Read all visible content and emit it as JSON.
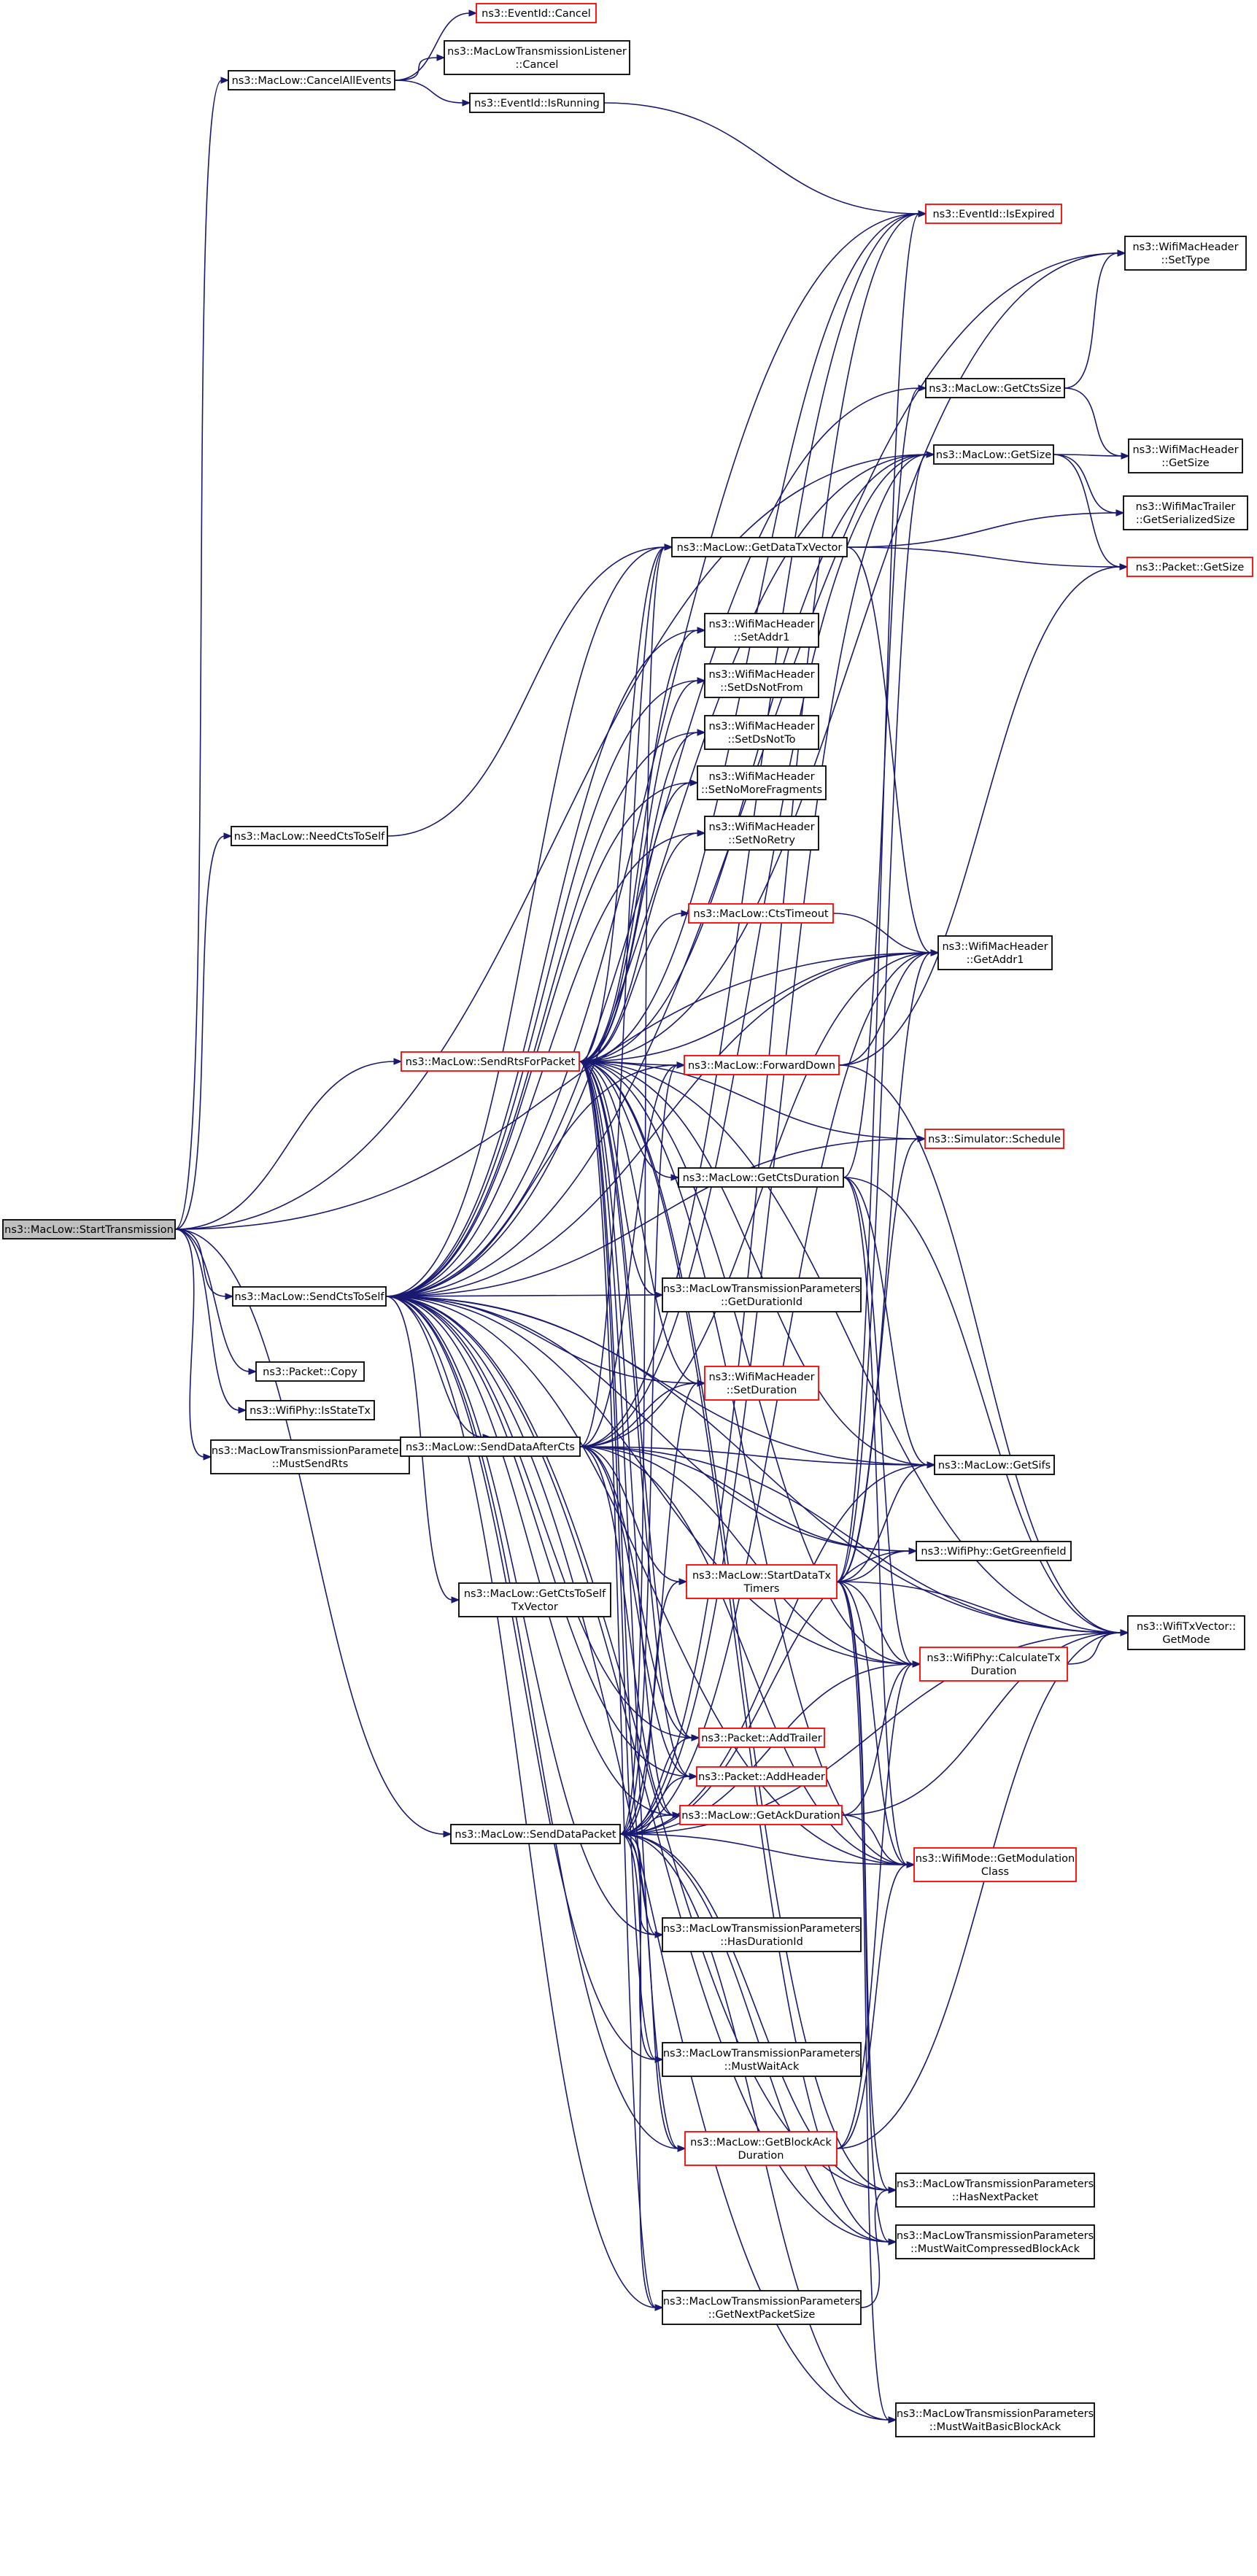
{
  "graph": {
    "edge_color": "#191970",
    "node_border_colors": {
      "documented": "#000000",
      "more_callees": "#ff0000",
      "root_fill": "#bfbfbf"
    },
    "nodes": [
      {
        "id": "StartTransmission",
        "lines": [
          "ns3::MacLow::StartTransmission"
        ],
        "style": "root"
      },
      {
        "id": "CancelAllEvents",
        "lines": [
          "ns3::MacLow::CancelAllEvents"
        ],
        "style": "black"
      },
      {
        "id": "NeedCtsToSelf",
        "lines": [
          "ns3::MacLow::NeedCtsToSelf"
        ],
        "style": "black"
      },
      {
        "id": "SendCtsToSelf",
        "lines": [
          "ns3::MacLow::SendCtsToSelf"
        ],
        "style": "black"
      },
      {
        "id": "PacketCopy",
        "lines": [
          "ns3::Packet::Copy"
        ],
        "style": "black"
      },
      {
        "id": "IsStateTx",
        "lines": [
          "ns3::WifiPhy::IsStateTx"
        ],
        "style": "black"
      },
      {
        "id": "MustSendRts",
        "lines": [
          "ns3::MacLowTransmissionParameters",
          "::MustSendRts"
        ],
        "style": "black"
      },
      {
        "id": "SendRtsForPacket",
        "lines": [
          "ns3::MacLow::SendRtsForPacket"
        ],
        "style": "red"
      },
      {
        "id": "SendDataAfterCts",
        "lines": [
          "ns3::MacLow::SendDataAfterCts"
        ],
        "style": "black"
      },
      {
        "id": "GetCtsToSelfTxVector",
        "lines": [
          "ns3::MacLow::GetCtsToSelf",
          "TxVector"
        ],
        "style": "black"
      },
      {
        "id": "SendDataPacket",
        "lines": [
          "ns3::MacLow::SendDataPacket"
        ],
        "style": "black"
      },
      {
        "id": "EventCancel",
        "lines": [
          "ns3::EventId::Cancel"
        ],
        "style": "red"
      },
      {
        "id": "ListenerCancel",
        "lines": [
          "ns3::MacLowTransmissionListener",
          "::Cancel"
        ],
        "style": "black"
      },
      {
        "id": "IsRunning",
        "lines": [
          "ns3::EventId::IsRunning"
        ],
        "style": "black"
      },
      {
        "id": "IsExpired",
        "lines": [
          "ns3::EventId::IsExpired"
        ],
        "style": "red"
      },
      {
        "id": "GetCtsSize",
        "lines": [
          "ns3::MacLow::GetCtsSize"
        ],
        "style": "black"
      },
      {
        "id": "GetSize",
        "lines": [
          "ns3::MacLow::GetSize"
        ],
        "style": "black"
      },
      {
        "id": "GetDataTxVector",
        "lines": [
          "ns3::MacLow::GetDataTxVector"
        ],
        "style": "black"
      },
      {
        "id": "SetAddr1",
        "lines": [
          "ns3::WifiMacHeader",
          "::SetAddr1"
        ],
        "style": "black"
      },
      {
        "id": "SetDsNotFrom",
        "lines": [
          "ns3::WifiMacHeader",
          "::SetDsNotFrom"
        ],
        "style": "black"
      },
      {
        "id": "SetDsNotTo",
        "lines": [
          "ns3::WifiMacHeader",
          "::SetDsNotTo"
        ],
        "style": "black"
      },
      {
        "id": "SetNoMoreFragments",
        "lines": [
          "ns3::WifiMacHeader",
          "::SetNoMoreFragments"
        ],
        "style": "black"
      },
      {
        "id": "SetNoRetry",
        "lines": [
          "ns3::WifiMacHeader",
          "::SetNoRetry"
        ],
        "style": "black"
      },
      {
        "id": "CtsTimeout",
        "lines": [
          "ns3::MacLow::CtsTimeout"
        ],
        "style": "red"
      },
      {
        "id": "GetAddr1",
        "lines": [
          "ns3::WifiMacHeader",
          "::GetAddr1"
        ],
        "style": "black"
      },
      {
        "id": "ForwardDown",
        "lines": [
          "ns3::MacLow::ForwardDown"
        ],
        "style": "red"
      },
      {
        "id": "Schedule",
        "lines": [
          "ns3::Simulator::Schedule"
        ],
        "style": "red"
      },
      {
        "id": "GetCtsDuration",
        "lines": [
          "ns3::MacLow::GetCtsDuration"
        ],
        "style": "black"
      },
      {
        "id": "GetDurationId",
        "lines": [
          "ns3::MacLowTransmissionParameters",
          "::GetDurationId"
        ],
        "style": "black"
      },
      {
        "id": "SetDuration",
        "lines": [
          "ns3::WifiMacHeader",
          "::SetDuration"
        ],
        "style": "red"
      },
      {
        "id": "GetSifs",
        "lines": [
          "ns3::MacLow::GetSifs"
        ],
        "style": "black"
      },
      {
        "id": "StartDataTxTimers",
        "lines": [
          "ns3::MacLow::StartDataTx",
          "Timers"
        ],
        "style": "red"
      },
      {
        "id": "GetGreenfield",
        "lines": [
          "ns3::WifiPhy::GetGreenfield"
        ],
        "style": "black"
      },
      {
        "id": "CalculateTxDuration",
        "lines": [
          "ns3::WifiPhy::CalculateTx",
          "Duration"
        ],
        "style": "red"
      },
      {
        "id": "AddTrailer",
        "lines": [
          "ns3::Packet::AddTrailer"
        ],
        "style": "red"
      },
      {
        "id": "AddHeader",
        "lines": [
          "ns3::Packet::AddHeader"
        ],
        "style": "red"
      },
      {
        "id": "GetAckDuration",
        "lines": [
          "ns3::MacLow::GetAckDuration"
        ],
        "style": "red"
      },
      {
        "id": "HasDurationId",
        "lines": [
          "ns3::MacLowTransmissionParameters",
          "::HasDurationId"
        ],
        "style": "black"
      },
      {
        "id": "MustWaitAck",
        "lines": [
          "ns3::MacLowTransmissionParameters",
          "::MustWaitAck"
        ],
        "style": "black"
      },
      {
        "id": "GetBlockAckDuration",
        "lines": [
          "ns3::MacLow::GetBlockAck",
          "Duration"
        ],
        "style": "red"
      },
      {
        "id": "GetNextPacketSize",
        "lines": [
          "ns3::MacLowTransmissionParameters",
          "::GetNextPacketSize"
        ],
        "style": "black"
      },
      {
        "id": "SetType",
        "lines": [
          "ns3::WifiMacHeader",
          "::SetType"
        ],
        "style": "black"
      },
      {
        "id": "HeaderGetSize",
        "lines": [
          "ns3::WifiMacHeader",
          "::GetSize"
        ],
        "style": "black"
      },
      {
        "id": "TrailerGetSerializedSize",
        "lines": [
          "ns3::WifiMacTrailer",
          "::GetSerializedSize"
        ],
        "style": "black"
      },
      {
        "id": "PacketGetSize",
        "lines": [
          "ns3::Packet::GetSize"
        ],
        "style": "red"
      },
      {
        "id": "GetModulationClass",
        "lines": [
          "ns3::WifiMode::GetModulation",
          "Class"
        ],
        "style": "red"
      },
      {
        "id": "HasNextPacket",
        "lines": [
          "ns3::MacLowTransmissionParameters",
          "::HasNextPacket"
        ],
        "style": "black"
      },
      {
        "id": "MustWaitCompressedBlockAck",
        "lines": [
          "ns3::MacLowTransmissionParameters",
          "::MustWaitCompressedBlockAck"
        ],
        "style": "black"
      },
      {
        "id": "MustWaitBasicBlockAck",
        "lines": [
          "ns3::MacLowTransmissionParameters",
          "::MustWaitBasicBlockAck"
        ],
        "style": "black"
      },
      {
        "id": "WifiTxVectorGetMode",
        "lines": [
          "ns3::WifiTxVector::",
          "GetMode"
        ],
        "style": "black"
      }
    ],
    "edges": [
      [
        "StartTransmission",
        "CancelAllEvents"
      ],
      [
        "StartTransmission",
        "NeedCtsToSelf"
      ],
      [
        "StartTransmission",
        "SendCtsToSelf"
      ],
      [
        "StartTransmission",
        "PacketCopy"
      ],
      [
        "StartTransmission",
        "IsStateTx"
      ],
      [
        "StartTransmission",
        "MustSendRts"
      ],
      [
        "StartTransmission",
        "SendRtsForPacket"
      ],
      [
        "StartTransmission",
        "SendDataPacket"
      ],
      [
        "StartTransmission",
        "GetSize"
      ],
      [
        "StartTransmission",
        "GetAddr1"
      ],
      [
        "CancelAllEvents",
        "EventCancel"
      ],
      [
        "CancelAllEvents",
        "ListenerCancel"
      ],
      [
        "CancelAllEvents",
        "IsRunning"
      ],
      [
        "IsRunning",
        "IsExpired"
      ],
      [
        "NeedCtsToSelf",
        "GetDataTxVector"
      ],
      [
        "SendCtsToSelf",
        "IsExpired"
      ],
      [
        "SendCtsToSelf",
        "SetType"
      ],
      [
        "SendCtsToSelf",
        "GetCtsSize"
      ],
      [
        "SendCtsToSelf",
        "GetSize"
      ],
      [
        "SendCtsToSelf",
        "GetDataTxVector"
      ],
      [
        "SendCtsToSelf",
        "SetAddr1"
      ],
      [
        "SendCtsToSelf",
        "SetDsNotFrom"
      ],
      [
        "SendCtsToSelf",
        "SetDsNotTo"
      ],
      [
        "SendCtsToSelf",
        "SetNoMoreFragments"
      ],
      [
        "SendCtsToSelf",
        "SetNoRetry"
      ],
      [
        "SendCtsToSelf",
        "GetAddr1"
      ],
      [
        "SendCtsToSelf",
        "ForwardDown"
      ],
      [
        "SendCtsToSelf",
        "Schedule"
      ],
      [
        "SendCtsToSelf",
        "GetDurationId"
      ],
      [
        "SendCtsToSelf",
        "SetDuration"
      ],
      [
        "SendCtsToSelf",
        "GetSifs"
      ],
      [
        "SendCtsToSelf",
        "SendDataAfterCts"
      ],
      [
        "SendCtsToSelf",
        "GetCtsToSelfTxVector"
      ],
      [
        "SendCtsToSelf",
        "CalculateTxDuration"
      ],
      [
        "SendCtsToSelf",
        "AddTrailer"
      ],
      [
        "SendCtsToSelf",
        "AddHeader"
      ],
      [
        "SendCtsToSelf",
        "GetAckDuration"
      ],
      [
        "SendCtsToSelf",
        "HasDurationId"
      ],
      [
        "SendCtsToSelf",
        "MustWaitAck"
      ],
      [
        "SendCtsToSelf",
        "GetBlockAckDuration"
      ],
      [
        "SendCtsToSelf",
        "HasNextPacket"
      ],
      [
        "SendCtsToSelf",
        "MustWaitCompressedBlockAck"
      ],
      [
        "SendCtsToSelf",
        "GetNextPacketSize"
      ],
      [
        "SendCtsToSelf",
        "MustWaitBasicBlockAck"
      ],
      [
        "SendCtsToSelf",
        "WifiTxVectorGetMode"
      ],
      [
        "SendCtsToSelf",
        "GetModulationClass"
      ],
      [
        "SendCtsToSelf",
        "GetGreenfield"
      ],
      [
        "SendRtsForPacket",
        "IsExpired"
      ],
      [
        "SendRtsForPacket",
        "SetType"
      ],
      [
        "SendRtsForPacket",
        "GetSize"
      ],
      [
        "SendRtsForPacket",
        "GetDataTxVector"
      ],
      [
        "SendRtsForPacket",
        "SetAddr1"
      ],
      [
        "SendRtsForPacket",
        "SetDsNotFrom"
      ],
      [
        "SendRtsForPacket",
        "SetDsNotTo"
      ],
      [
        "SendRtsForPacket",
        "SetNoMoreFragments"
      ],
      [
        "SendRtsForPacket",
        "SetNoRetry"
      ],
      [
        "SendRtsForPacket",
        "CtsTimeout"
      ],
      [
        "SendRtsForPacket",
        "GetAddr1"
      ],
      [
        "SendRtsForPacket",
        "ForwardDown"
      ],
      [
        "SendRtsForPacket",
        "Schedule"
      ],
      [
        "SendRtsForPacket",
        "GetCtsDuration"
      ],
      [
        "SendRtsForPacket",
        "GetDurationId"
      ],
      [
        "SendRtsForPacket",
        "SetDuration"
      ],
      [
        "SendRtsForPacket",
        "GetSifs"
      ],
      [
        "SendRtsForPacket",
        "AddTrailer"
      ],
      [
        "SendRtsForPacket",
        "AddHeader"
      ],
      [
        "SendRtsForPacket",
        "GetAckDuration"
      ],
      [
        "SendRtsForPacket",
        "GetModulationClass"
      ],
      [
        "SendRtsForPacket",
        "WifiTxVectorGetMode"
      ],
      [
        "SendRtsForPacket",
        "CalculateTxDuration"
      ],
      [
        "SendRtsForPacket",
        "HasDurationId"
      ],
      [
        "SendRtsForPacket",
        "MustWaitAck"
      ],
      [
        "SendRtsForPacket",
        "GetBlockAckDuration"
      ],
      [
        "SendRtsForPacket",
        "GetNextPacketSize"
      ],
      [
        "SendRtsForPacket",
        "HasNextPacket"
      ],
      [
        "SendRtsForPacket",
        "MustWaitCompressedBlockAck"
      ],
      [
        "SendDataAfterCts",
        "IsExpired"
      ],
      [
        "SendDataAfterCts",
        "GetSize"
      ],
      [
        "SendDataAfterCts",
        "GetDataTxVector"
      ],
      [
        "SendDataAfterCts",
        "GetAddr1"
      ],
      [
        "SendDataAfterCts",
        "ForwardDown"
      ],
      [
        "SendDataAfterCts",
        "StartDataTxTimers"
      ],
      [
        "SendDataAfterCts",
        "SetDuration"
      ],
      [
        "SendDataAfterCts",
        "GetSifs"
      ],
      [
        "SendDataAfterCts",
        "GetGreenfield"
      ],
      [
        "SendDataAfterCts",
        "CalculateTxDuration"
      ],
      [
        "SendDataAfterCts",
        "AddTrailer"
      ],
      [
        "SendDataAfterCts",
        "AddHeader"
      ],
      [
        "SendDataAfterCts",
        "GetAckDuration"
      ],
      [
        "SendDataAfterCts",
        "WifiTxVectorGetMode"
      ],
      [
        "SendDataAfterCts",
        "GetModulationClass"
      ],
      [
        "SendDataPacket",
        "IsExpired"
      ],
      [
        "SendDataPacket",
        "GetSize"
      ],
      [
        "SendDataPacket",
        "GetDataTxVector"
      ],
      [
        "SendDataPacket",
        "GetAddr1"
      ],
      [
        "SendDataPacket",
        "ForwardDown"
      ],
      [
        "SendDataPacket",
        "StartDataTxTimers"
      ],
      [
        "SendDataPacket",
        "SetDuration"
      ],
      [
        "SendDataPacket",
        "GetSifs"
      ],
      [
        "SendDataPacket",
        "GetGreenfield"
      ],
      [
        "SendDataPacket",
        "CalculateTxDuration"
      ],
      [
        "SendDataPacket",
        "AddTrailer"
      ],
      [
        "SendDataPacket",
        "AddHeader"
      ],
      [
        "SendDataPacket",
        "GetAckDuration"
      ],
      [
        "SendDataPacket",
        "HasDurationId"
      ],
      [
        "SendDataPacket",
        "MustWaitAck"
      ],
      [
        "SendDataPacket",
        "GetBlockAckDuration"
      ],
      [
        "SendDataPacket",
        "HasNextPacket"
      ],
      [
        "SendDataPacket",
        "MustWaitCompressedBlockAck"
      ],
      [
        "SendDataPacket",
        "GetNextPacketSize"
      ],
      [
        "SendDataPacket",
        "MustWaitBasicBlockAck"
      ],
      [
        "SendDataPacket",
        "GetModulationClass"
      ],
      [
        "SendDataPacket",
        "WifiTxVectorGetMode"
      ],
      [
        "GetCtsSize",
        "SetType"
      ],
      [
        "GetCtsSize",
        "HeaderGetSize"
      ],
      [
        "GetSize",
        "HeaderGetSize"
      ],
      [
        "GetSize",
        "TrailerGetSerializedSize"
      ],
      [
        "GetSize",
        "PacketGetSize"
      ],
      [
        "GetDataTxVector",
        "TrailerGetSerializedSize"
      ],
      [
        "GetDataTxVector",
        "PacketGetSize"
      ],
      [
        "GetDataTxVector",
        "GetAddr1"
      ],
      [
        "CtsTimeout",
        "GetAddr1"
      ],
      [
        "ForwardDown",
        "GetAddr1"
      ],
      [
        "ForwardDown",
        "PacketGetSize"
      ],
      [
        "ForwardDown",
        "WifiTxVectorGetMode"
      ],
      [
        "GetCtsDuration",
        "GetCtsSize"
      ],
      [
        "GetCtsDuration",
        "GetSifs"
      ],
      [
        "GetCtsDuration",
        "CalculateTxDuration"
      ],
      [
        "GetCtsDuration",
        "WifiTxVectorGetMode"
      ],
      [
        "GetCtsDuration",
        "GetModulationClass"
      ],
      [
        "StartDataTxTimers",
        "IsExpired"
      ],
      [
        "StartDataTxTimers",
        "GetSize"
      ],
      [
        "StartDataTxTimers",
        "GetAddr1"
      ],
      [
        "StartDataTxTimers",
        "Schedule"
      ],
      [
        "StartDataTxTimers",
        "GetSifs"
      ],
      [
        "StartDataTxTimers",
        "GetGreenfield"
      ],
      [
        "StartDataTxTimers",
        "CalculateTxDuration"
      ],
      [
        "StartDataTxTimers",
        "WifiTxVectorGetMode"
      ],
      [
        "StartDataTxTimers",
        "GetModulationClass"
      ],
      [
        "StartDataTxTimers",
        "HasNextPacket"
      ],
      [
        "StartDataTxTimers",
        "MustWaitCompressedBlockAck"
      ],
      [
        "StartDataTxTimers",
        "MustWaitBasicBlockAck"
      ],
      [
        "CalculateTxDuration",
        "WifiTxVectorGetMode"
      ],
      [
        "GetAckDuration",
        "CalculateTxDuration"
      ],
      [
        "GetAckDuration",
        "GetModulationClass"
      ],
      [
        "GetAckDuration",
        "WifiTxVectorGetMode"
      ],
      [
        "GetBlockAckDuration",
        "CalculateTxDuration"
      ],
      [
        "GetBlockAckDuration",
        "GetModulationClass"
      ],
      [
        "GetBlockAckDuration",
        "WifiTxVectorGetMode"
      ],
      [
        "GetNextPacketSize",
        "HasNextPacket"
      ]
    ]
  }
}
